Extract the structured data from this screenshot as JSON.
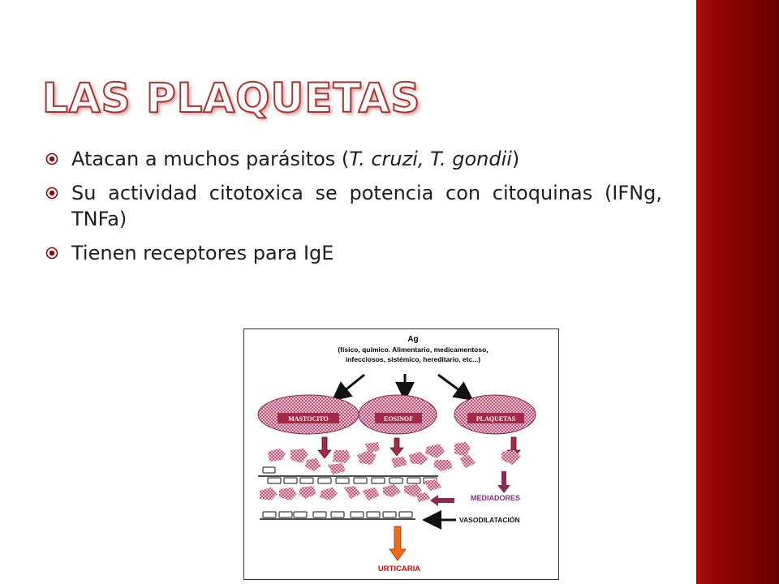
{
  "slide": {
    "title": "LAS PLAQUETAS",
    "bullets": [
      {
        "prefix": "Atacan a muchos parásitos (",
        "italic": "T. cruzi, T. gondii",
        "suffix": ")"
      },
      {
        "text": "Su actividad citotoxica se potencia con citoquinas (IFNg, TNFa)"
      },
      {
        "text": "Tienen receptores para IgE"
      }
    ]
  },
  "figure": {
    "antigen_label": "Ag",
    "antigen_detail_line1": "(físico, químico. Alimentario, medicamentoso,",
    "antigen_detail_line2": "infecciosos, sistémico, hereditario, etc...)",
    "cells": [
      "MASTOCITO",
      "EOSINOF",
      "PLAQUETAS"
    ],
    "mediators_label": "MEDIADORES",
    "vasodilation_label": "VASODILATACIÓN",
    "outcome_label": "URTICARIA"
  },
  "colors": {
    "sidebar": "#8c0404",
    "title_outline": "#a8352f",
    "cell_fill": "#e7a3bb",
    "cell_label_bg": "#a52a48",
    "mediators_arrow": "#8b2a52",
    "mediators_text": "#8b2a8b",
    "outcome_arrow": "#f06a1c",
    "outcome_text": "#e00000"
  }
}
